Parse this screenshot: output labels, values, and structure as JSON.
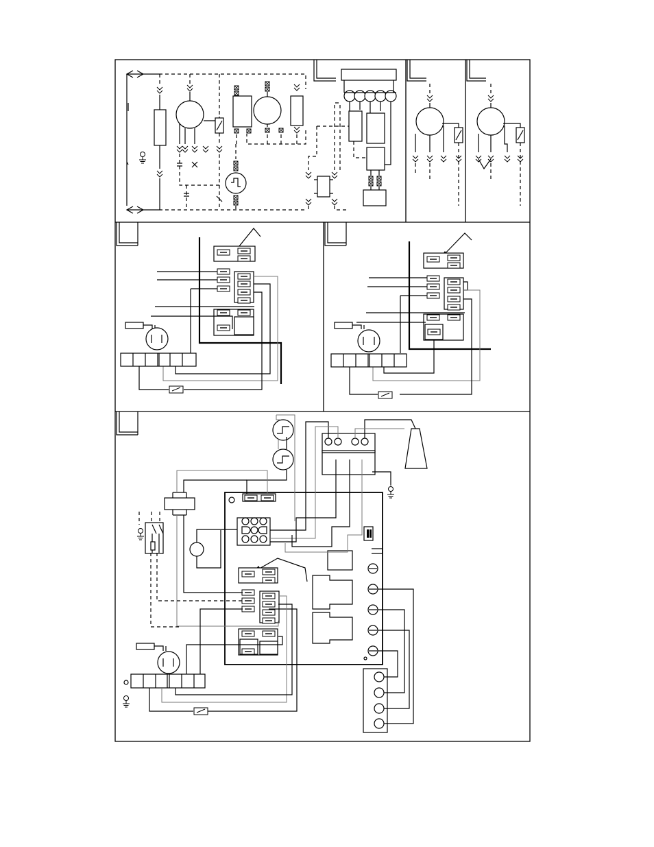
{
  "diagram": {
    "panels": [
      {
        "id": "panel-a",
        "kind": "schematic"
      },
      {
        "id": "panel-b",
        "kind": "schematic"
      },
      {
        "id": "panel-c",
        "kind": "schematic"
      },
      {
        "id": "panel-d",
        "kind": "terminal-board"
      },
      {
        "id": "panel-e",
        "kind": "terminal-board"
      },
      {
        "id": "panel-f",
        "kind": "control-board"
      }
    ],
    "text": []
  },
  "colors": {
    "line": "#000000",
    "secondary_line": "#777777",
    "background": "#ffffff"
  }
}
